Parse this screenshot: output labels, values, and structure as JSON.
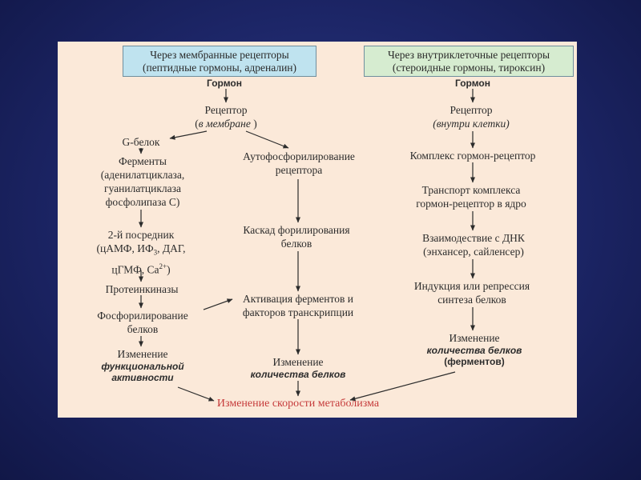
{
  "left_header": {
    "line1": "Через мембранные рецепторы",
    "line2": "(пептидные гормоны, адреналин)"
  },
  "right_header": {
    "line1": "Через внутриклеточные рецепторы",
    "line2": "(стероидные гормоны, тироксин)"
  },
  "left_column": {
    "hormone": "Гормон",
    "receptor": "Рецептор",
    "receptor_loc_pre": "(",
    "receptor_loc": "в мембране",
    "receptor_loc_post": " )",
    "g_protein": "G-белок",
    "enzymes": [
      "Ферменты",
      "(аденилатциклаза,",
      "гуанилатциклаза",
      "фосфолипаза С)"
    ],
    "second_messenger": {
      "line1": "2-й посредник",
      "line2_a": "(цАМФ, ИФ",
      "line2_sub": "3",
      "line2_b": ", ДАГ,",
      "line3_a": "цГМФ, Са",
      "line3_sup": "2+",
      "line3_b": ")"
    },
    "protein_kinases": "Протеинкиназы",
    "phosphorylation": [
      "Фосфорилирование",
      "белков"
    ],
    "change": "Изменение",
    "change_emph": [
      "функциональной",
      "активности"
    ]
  },
  "middle_column": {
    "autophos": [
      "Аутофосфорилирование",
      "рецептора"
    ],
    "cascade": [
      "Каскад форилирования",
      "белков"
    ],
    "activation": [
      "Активация ферментов и",
      "факторов транскрипции"
    ],
    "change": "Изменение",
    "change_emph": "количества белков"
  },
  "right_column": {
    "hormone": "Гормон",
    "receptor": "Рецептор",
    "receptor_loc": "(внутри клетки)",
    "complex": "Комплекс гормон-рецептор",
    "transport": [
      "Транспорт комплекса",
      "гормон-рецептор в ядро"
    ],
    "interaction": [
      "Взаимодествие с ДНК",
      "(энхансер, сайленсер)"
    ],
    "induction": [
      "Индукция или репрессия",
      "синтеза белков"
    ],
    "change": "Изменение",
    "change_emph": "количества белков",
    "change_sub": "(ферментов)"
  },
  "result": "Изменение скорости метаболизма"
}
